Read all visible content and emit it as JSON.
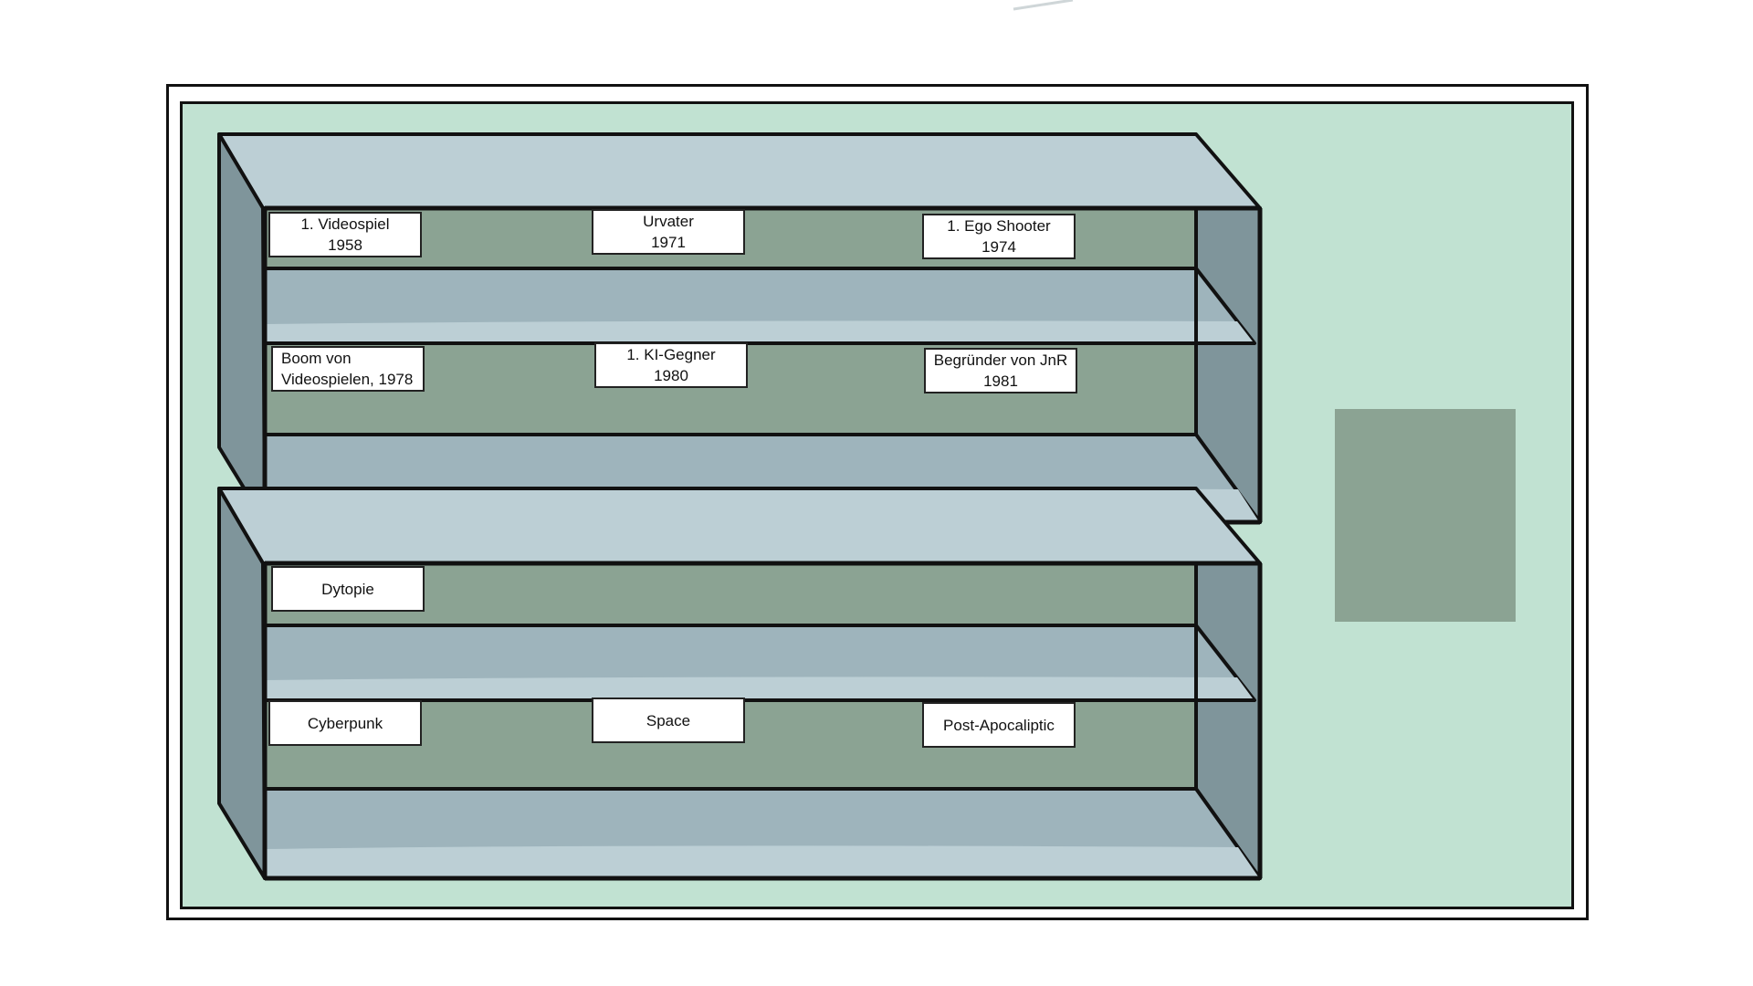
{
  "colors": {
    "background": "#c1e2d2",
    "shelf_top": "#bccfd5",
    "shelf_board": "#9eb4bc",
    "shelf_back": "#8ba393",
    "shelf_side": "#7f959b",
    "outline": "#111111",
    "drop_zone": "#8ba393",
    "label_bg": "#ffffff"
  },
  "shelf_upper": {
    "row1": {
      "card1": {
        "line1": "1. Videospiel",
        "line2": "1958"
      },
      "card2": {
        "line1": "Urvater",
        "line2": "1971"
      },
      "card3": {
        "line1": "1. Ego Shooter",
        "line2": "1974"
      }
    },
    "row2": {
      "card1": {
        "line1": "Boom von",
        "line2": "Videospielen, 1978"
      },
      "card2": {
        "line1": "1. KI-Gegner",
        "line2": "1980"
      },
      "card3": {
        "line1": "Begründer von JnR",
        "line2": "1981"
      }
    }
  },
  "shelf_lower": {
    "row1": {
      "card1": {
        "line1": "Dytopie"
      }
    },
    "row2": {
      "card1": {
        "line1": "Cyberpunk"
      },
      "card2": {
        "line1": "Space"
      },
      "card3": {
        "line1": "Post-Apocaliptic"
      }
    }
  }
}
